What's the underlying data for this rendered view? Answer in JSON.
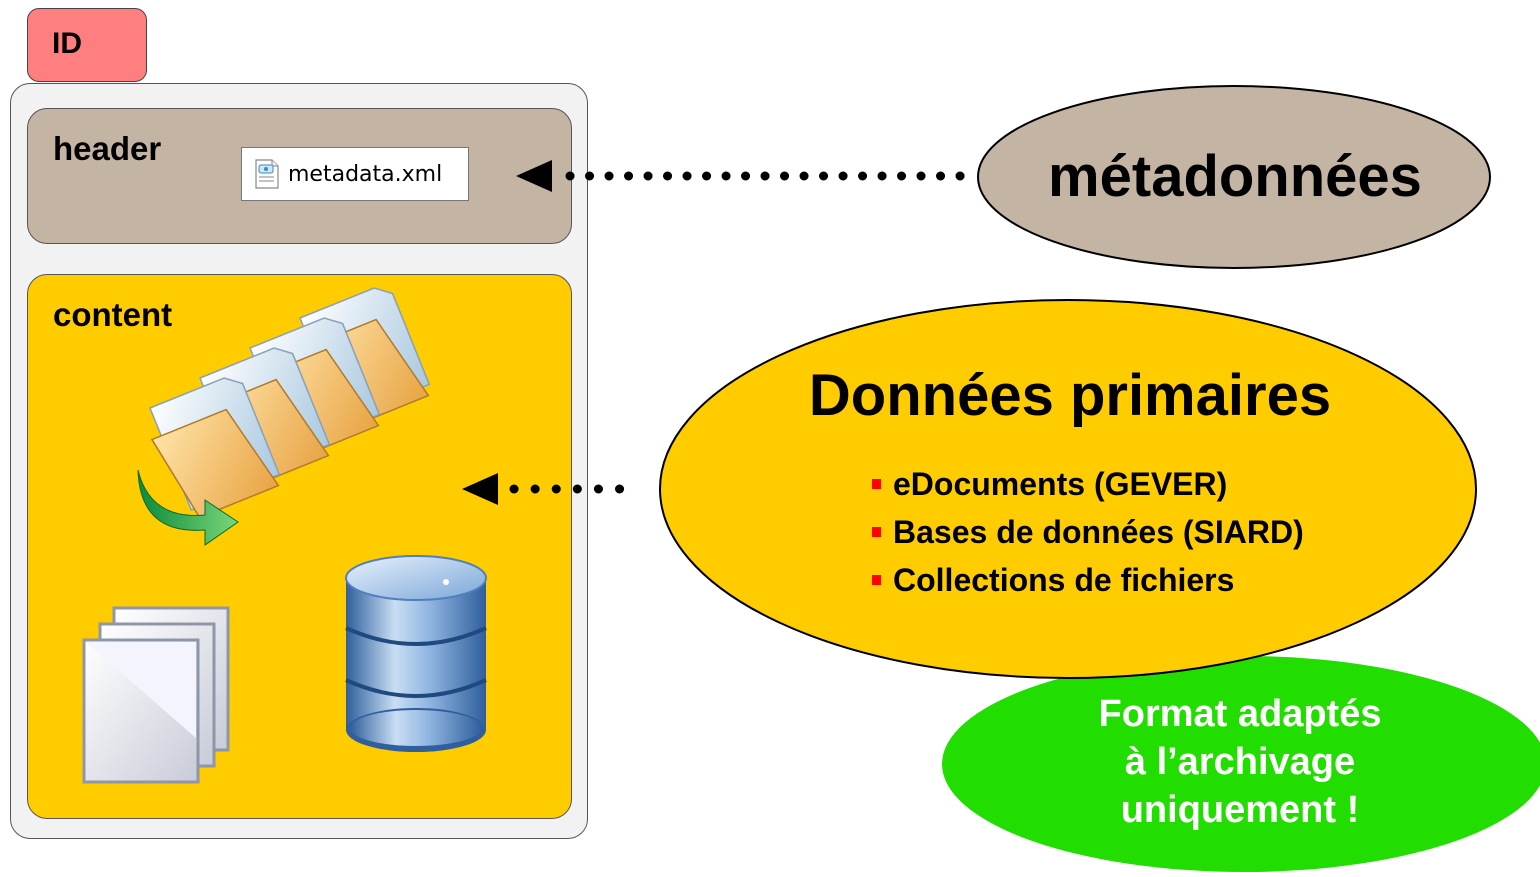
{
  "package": {
    "id_label": "ID",
    "header_label": "header",
    "content_label": "content",
    "metadata_file": "metadata.xml"
  },
  "metadata_bubble": {
    "label": "métadonnées",
    "color": "#c4b4a4"
  },
  "primary_data": {
    "title": "Données primaires",
    "items": [
      "eDocuments (GEVER)",
      "Bases de données (SIARD)",
      "Collections de fichiers"
    ],
    "color": "#ffcc00"
  },
  "note": {
    "lines": [
      "Format adaptés",
      "à l’archivage",
      "uniquement !"
    ],
    "color": "#22dd00"
  },
  "icons": [
    "folder-stack-icon",
    "document-stack-icon",
    "database-icon",
    "xml-file-icon"
  ]
}
